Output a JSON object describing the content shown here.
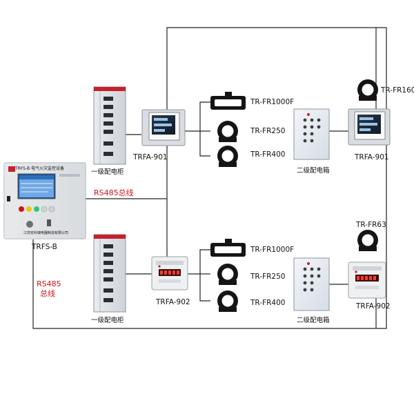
{
  "monitor": {
    "model_label": "TRFS-B",
    "title_text": "TRFS-B 电气火灾监控设备",
    "company_text": "江苏安科瑞电器制造有限公司"
  },
  "bus": {
    "top_label": "RS485总线",
    "side_label_1": "RS485",
    "side_label_2": "总线"
  },
  "cabinets": {
    "primary_label_top": "一级配电柜",
    "primary_label_bottom": "一级配电柜",
    "secondary_label_top": "二级配电箱",
    "secondary_label_bottom": "二级配电箱"
  },
  "meters": {
    "top_left": "TRFA-901",
    "top_right": "TRFA-901",
    "bottom_left": "TRFA-902",
    "bottom_right": "TRFA-902"
  },
  "sensors": {
    "top_1": "TR-FR1000F",
    "top_2": "TR-FR250",
    "top_3": "TR-FR400",
    "top_right": "TR-FR160",
    "bottom_1": "TR-FR1000F",
    "bottom_2": "TR-FR250",
    "bottom_3": "TR-FR400",
    "bottom_right": "TR-FR63"
  },
  "colors": {
    "bus_red": "#d0121b",
    "line": "#222222",
    "cabinet_gray": "#c9cdd3",
    "cabinet_red": "#c8202a",
    "sensor_black": "#151515"
  }
}
